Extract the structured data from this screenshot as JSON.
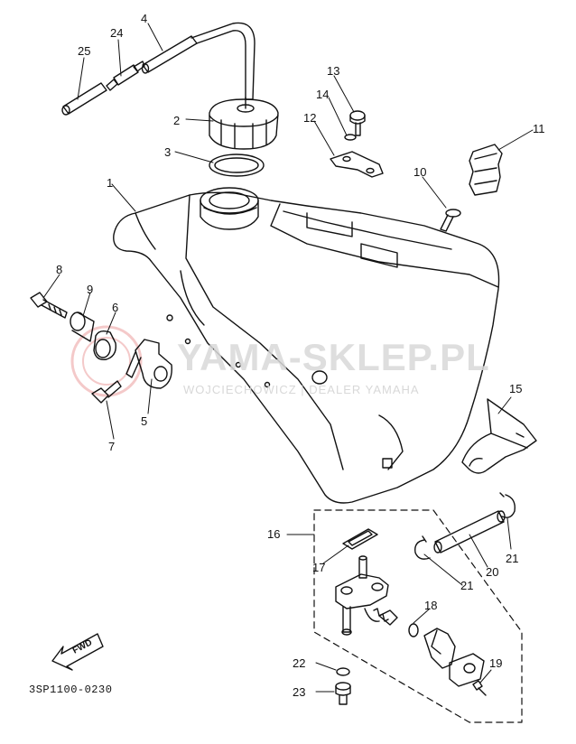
{
  "diagram": {
    "part_code": "3SP1100-0230",
    "fwd_label": "FWD",
    "watermark": {
      "title": "YAMA-SKLEP.PL",
      "subtitle": "WOJCIECHOWICZ | DEALER YAMAHA",
      "color": "#e8b0b0"
    },
    "callouts": [
      "1",
      "2",
      "3",
      "4",
      "5",
      "6",
      "7",
      "8",
      "9",
      "10",
      "11",
      "12",
      "13",
      "14",
      "15",
      "16",
      "17",
      "18",
      "19",
      "20",
      "21",
      "21",
      "22",
      "23",
      "24",
      "25"
    ]
  }
}
